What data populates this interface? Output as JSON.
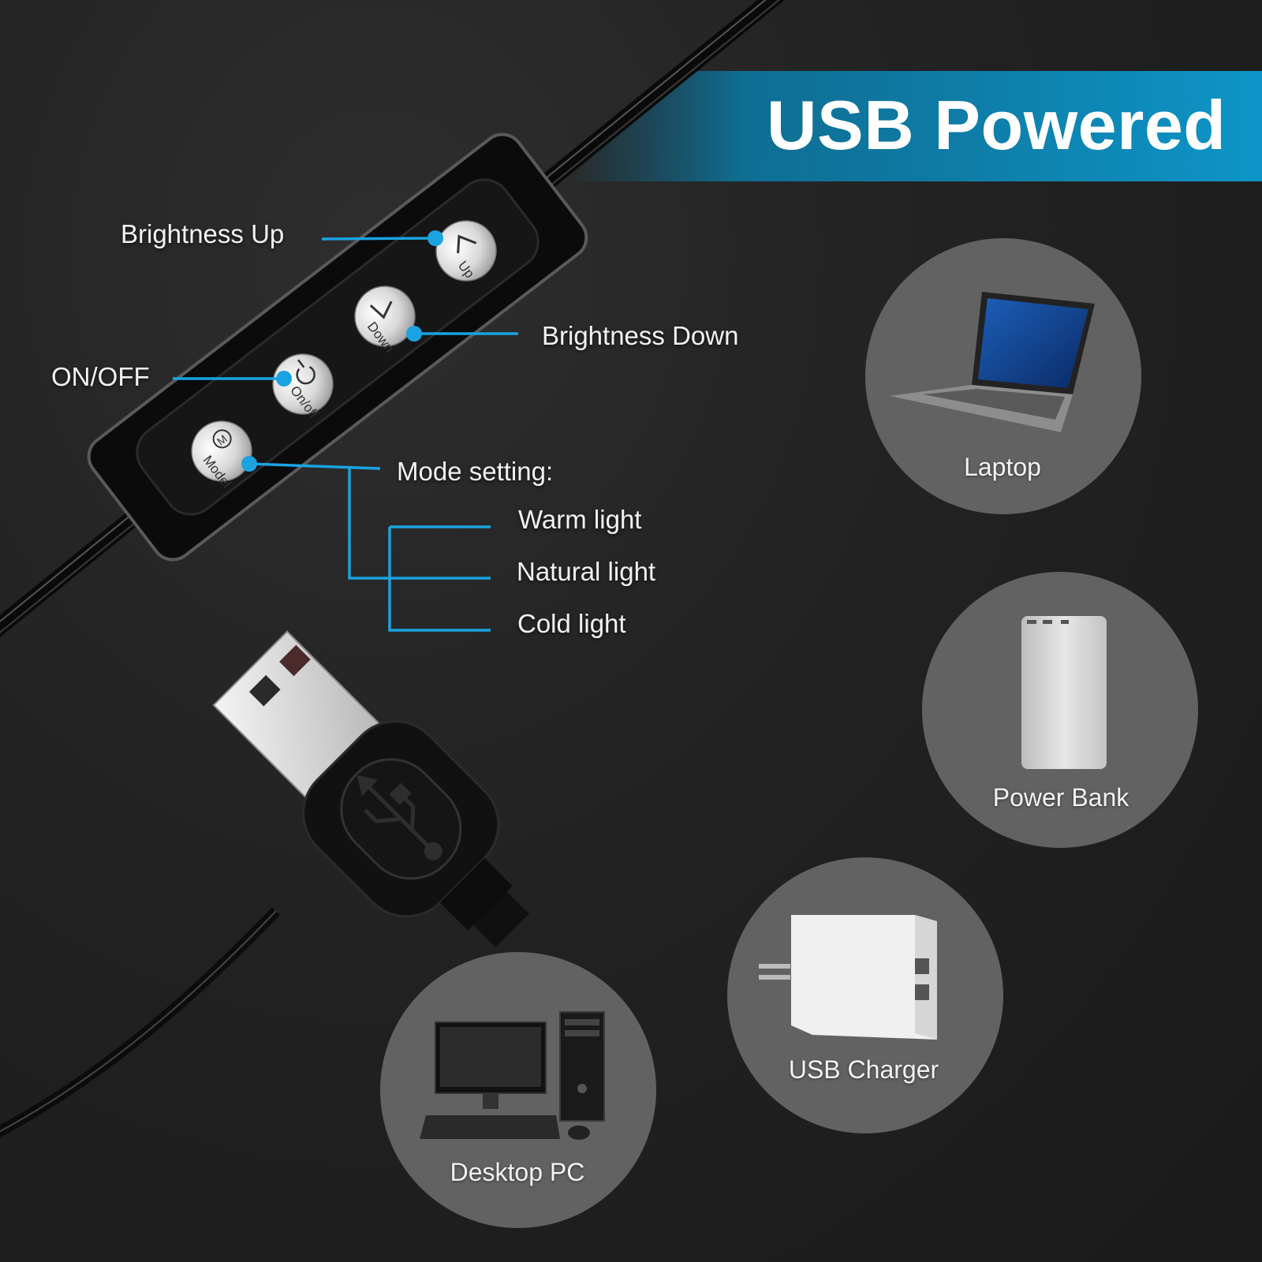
{
  "banner": {
    "title": "USB Powered",
    "color": "#0d8fc0"
  },
  "accent_color": "#1aa3e0",
  "remote": {
    "buttons": [
      {
        "name": "up-button",
        "label": "Up",
        "icon": "chevron-up-icon"
      },
      {
        "name": "down-button",
        "label": "Down",
        "icon": "chevron-down-icon"
      },
      {
        "name": "onoff-button",
        "label": "On/off",
        "icon": "power-icon"
      },
      {
        "name": "mode-button",
        "label": "Model",
        "icon": "m-circle-icon"
      }
    ]
  },
  "callouts": {
    "brightness_up": "Brightness Up",
    "brightness_down": "Brightness Down",
    "on_off": "ON/OFF",
    "mode_setting": "Mode setting:",
    "modes": [
      "Warm light",
      "Natural light",
      "Cold light"
    ]
  },
  "devices": [
    {
      "name": "laptop",
      "label": "Laptop",
      "icon": "laptop-icon"
    },
    {
      "name": "power-bank",
      "label": "Power Bank",
      "icon": "power-bank-icon"
    },
    {
      "name": "usb-charger",
      "label": "USB Charger",
      "icon": "usb-charger-icon"
    },
    {
      "name": "desktop-pc",
      "label": "Desktop PC",
      "icon": "desktop-pc-icon"
    }
  ]
}
